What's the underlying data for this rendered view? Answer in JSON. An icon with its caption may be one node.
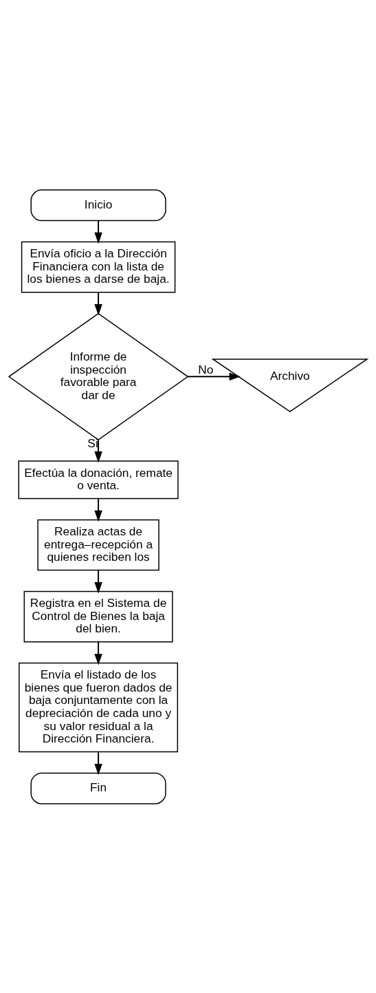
{
  "diagram": {
    "nodes": [
      {
        "text": [
          "Inicio"
        ]
      },
      {
        "text": [
          "Envía oficio a la Dirección Financiera con la lista de los bienes a darse de baja."
        ]
      },
      {
        "text": [
          "Informe de inspección favorable para dar de"
        ]
      },
      {
        "text": [
          "Archivo"
        ]
      },
      {
        "text": [
          "Efectúa la donación, remate o venta."
        ]
      },
      {
        "text": [
          "Realiza actas de entrega–recepción a quienes reciben los"
        ]
      },
      {
        "text": [
          "Registra en el Sistema de Control de Bienes la baja del bien."
        ]
      },
      {
        "text": [
          "Envía el listado de los bienes que fueron dados de baja conjuntamente con la depreciación de cada uno y su valor residual a la Dirección Financiera."
        ]
      },
      {
        "text": [
          "Fin"
        ]
      }
    ],
    "edges": [
      {
        "from": 0,
        "to": 1,
        "arrow": "to"
      },
      {
        "from": 1,
        "to": 2,
        "arrow": "to"
      },
      {
        "from": 2,
        "to": 3,
        "arrow": "to",
        "label": "No"
      },
      {
        "from": 2,
        "to": 4,
        "arrow": "to",
        "label": "Si"
      },
      {
        "from": 4,
        "to": 5,
        "arrow": "to"
      },
      {
        "from": 5,
        "to": 6,
        "arrow": "to"
      },
      {
        "from": 6,
        "to": 7,
        "arrow": "to"
      },
      {
        "from": 7,
        "to": 8,
        "arrow": "to"
      }
    ]
  }
}
